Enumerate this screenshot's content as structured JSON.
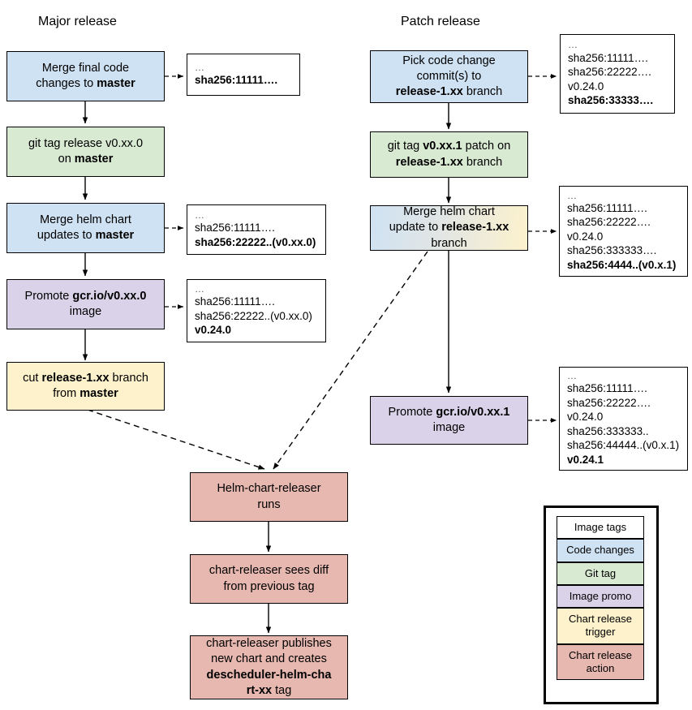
{
  "titles": {
    "major": "Major release",
    "patch": "Patch release"
  },
  "colors": {
    "code_changes": "#cfe2f3",
    "git_tag": "#d9ead3",
    "image_promo": "#d9d2e9",
    "chart_release_trigger": "#fdf2cc",
    "chart_release_action": "#e6b8af",
    "image_tags": "#ffffff",
    "border": "#000000",
    "gradient_from": "#cfe2f3",
    "gradient_to": "#fdf2cc"
  },
  "major_flow": [
    {
      "id": "merge-final-code",
      "type": "code_changes",
      "line1": "Merge final code",
      "line2_pre": "changes to ",
      "line2_bold": "master",
      "line2_post": ""
    },
    {
      "id": "git-tag-release",
      "type": "git_tag",
      "line1": "git tag release v0.xx.0",
      "line2_pre": "on ",
      "line2_bold": "master",
      "line2_post": ""
    },
    {
      "id": "merge-helm-chart-master",
      "type": "code_changes",
      "line1": "Merge helm chart",
      "line2_pre": "updates to ",
      "line2_bold": "master",
      "line2_post": ""
    },
    {
      "id": "promote-image-major",
      "type": "image_promo",
      "line1_pre": "Promote ",
      "line1_bold": "gcr.io/v0.xx.0",
      "line1_post": "",
      "line2": "image"
    },
    {
      "id": "cut-release-branch",
      "type": "chart_release_trigger",
      "line1_pre": "cut ",
      "line1_bold": "release-1.xx",
      "line1_post": " branch",
      "line2_pre": "from ",
      "line2_bold": "master",
      "line2_post": ""
    }
  ],
  "patch_flow": [
    {
      "id": "pick-code-change",
      "type": "code_changes",
      "line1": "Pick code change",
      "line2": "commit(s) to",
      "line3_bold": "release-1.xx",
      "line3_post": " branch"
    },
    {
      "id": "git-tag-patch",
      "type": "git_tag",
      "line1_pre": "git tag ",
      "line1_bold": "v0.xx.1",
      "line1_post": " patch on",
      "line2_bold": "release-1.xx",
      "line2_post": " branch"
    },
    {
      "id": "merge-helm-chart-release-branch",
      "type": "gradient",
      "line1": "Merge helm chart",
      "line2_pre": "update to ",
      "line2_bold": "release-1.xx",
      "line2_post": "",
      "line3": "branch"
    },
    {
      "id": "promote-image-patch",
      "type": "image_promo",
      "line1_pre": "Promote ",
      "line1_bold": "gcr.io/v0.xx.1",
      "line1_post": "",
      "line2": "image"
    }
  ],
  "chart_flow": [
    {
      "id": "helm-chart-releaser-runs",
      "type": "chart_release_action",
      "line1": "Helm-chart-releaser",
      "line2": "runs"
    },
    {
      "id": "chart-releaser-sees-diff",
      "type": "chart_release_action",
      "line1": "chart-releaser sees diff",
      "line2": "from previous tag"
    },
    {
      "id": "chart-releaser-publishes",
      "type": "chart_release_action",
      "line1": "chart-releaser publishes",
      "line2": "new chart and creates",
      "line3_bold": "descheduler-helm-cha",
      "line4_bold": "rt-xx",
      "line4_post": " tag"
    }
  ],
  "tag_boxes": [
    {
      "id": "tagbox-major-1",
      "lines": [
        {
          "text": "…",
          "bold": false,
          "dots": true
        },
        {
          "text": "sha256:11111….",
          "bold": true
        }
      ]
    },
    {
      "id": "tagbox-major-2",
      "lines": [
        {
          "text": "…",
          "bold": false,
          "dots": true
        },
        {
          "text": "sha256:11111….",
          "bold": false
        },
        {
          "text": "sha256:22222..(v0.xx.0)",
          "bold": true
        }
      ]
    },
    {
      "id": "tagbox-major-3",
      "lines": [
        {
          "text": "…",
          "bold": false,
          "dots": true
        },
        {
          "text": "sha256:11111….",
          "bold": false
        },
        {
          "text": "sha256:22222..(v0.xx.0)",
          "bold": false
        },
        {
          "text": "v0.24.0",
          "bold": true
        }
      ]
    },
    {
      "id": "tagbox-patch-1",
      "lines": [
        {
          "text": "…",
          "bold": false,
          "dots": true
        },
        {
          "text": "sha256:11111….",
          "bold": false
        },
        {
          "text": "sha256:22222….",
          "bold": false
        },
        {
          "text": "v0.24.0",
          "bold": false
        },
        {
          "text": "sha256:33333….",
          "bold": true
        }
      ]
    },
    {
      "id": "tagbox-patch-2",
      "lines": [
        {
          "text": "…",
          "bold": false,
          "dots": true
        },
        {
          "text": "sha256:11111….",
          "bold": false
        },
        {
          "text": "sha256:22222….",
          "bold": false
        },
        {
          "text": "v0.24.0",
          "bold": false
        },
        {
          "text": "sha256:333333….",
          "bold": false
        },
        {
          "text": "sha256:4444..(v0.x.1)",
          "bold": true
        }
      ]
    },
    {
      "id": "tagbox-patch-3",
      "lines": [
        {
          "text": "…",
          "bold": false,
          "dots": true
        },
        {
          "text": "sha256:11111….",
          "bold": false
        },
        {
          "text": "sha256:22222….",
          "bold": false
        },
        {
          "text": "v0.24.0",
          "bold": false
        },
        {
          "text": "sha256:333333..",
          "bold": false
        },
        {
          "text": "sha256:44444..(v0.x.1)",
          "bold": false
        },
        {
          "text": "v0.24.1",
          "bold": true
        }
      ]
    }
  ],
  "legend": {
    "items": [
      {
        "label": "Image tags",
        "color": "#ffffff"
      },
      {
        "label": "Code changes",
        "color": "#cfe2f3"
      },
      {
        "label": "Git tag",
        "color": "#d9ead3"
      },
      {
        "label": "Image promo",
        "color": "#d9d2e9"
      },
      {
        "label": "Chart release trigger",
        "color": "#fdf2cc"
      },
      {
        "label": "Chart release action",
        "color": "#e6b8af"
      }
    ]
  }
}
